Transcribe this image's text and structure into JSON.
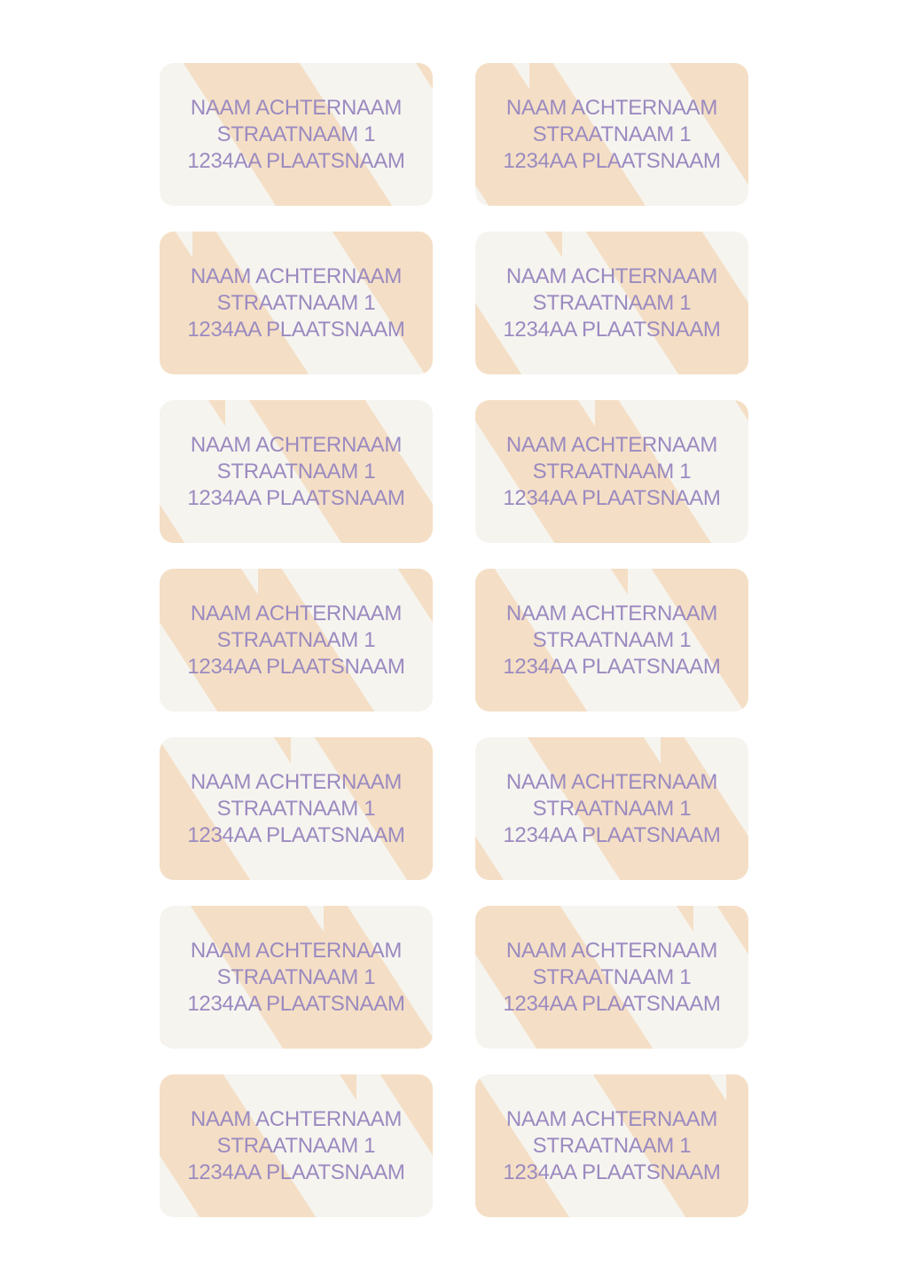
{
  "labels": [
    {
      "name": "NAAM ACHTERNAAM",
      "street": "STRAATNAAM 1",
      "city": "1234AA PLAATSNAAM"
    },
    {
      "name": "NAAM ACHTERNAAM",
      "street": "STRAATNAAM 1",
      "city": "1234AA PLAATSNAAM"
    },
    {
      "name": "NAAM ACHTERNAAM",
      "street": "STRAATNAAM 1",
      "city": "1234AA PLAATSNAAM"
    },
    {
      "name": "NAAM ACHTERNAAM",
      "street": "STRAATNAAM 1",
      "city": "1234AA PLAATSNAAM"
    },
    {
      "name": "NAAM ACHTERNAAM",
      "street": "STRAATNAAM 1",
      "city": "1234AA PLAATSNAAM"
    },
    {
      "name": "NAAM ACHTERNAAM",
      "street": "STRAATNAAM 1",
      "city": "1234AA PLAATSNAAM"
    },
    {
      "name": "NAAM ACHTERNAAM",
      "street": "STRAATNAAM 1",
      "city": "1234AA PLAATSNAAM"
    },
    {
      "name": "NAAM ACHTERNAAM",
      "street": "STRAATNAAM 1",
      "city": "1234AA PLAATSNAAM"
    },
    {
      "name": "NAAM ACHTERNAAM",
      "street": "STRAATNAAM 1",
      "city": "1234AA PLAATSNAAM"
    },
    {
      "name": "NAAM ACHTERNAAM",
      "street": "STRAATNAAM 1",
      "city": "1234AA PLAATSNAAM"
    },
    {
      "name": "NAAM ACHTERNAAM",
      "street": "STRAATNAAM 1",
      "city": "1234AA PLAATSNAAM"
    },
    {
      "name": "NAAM ACHTERNAAM",
      "street": "STRAATNAAM 1",
      "city": "1234AA PLAATSNAAM"
    },
    {
      "name": "NAAM ACHTERNAAM",
      "street": "STRAATNAAM 1",
      "city": "1234AA PLAATSNAAM"
    },
    {
      "name": "NAAM ACHTERNAAM",
      "street": "STRAATNAAM 1",
      "city": "1234AA PLAATSNAAM"
    }
  ],
  "colors": {
    "text": "#9b8ac0",
    "peach": "#f4dfc6",
    "cream": "#f6f4ef"
  }
}
